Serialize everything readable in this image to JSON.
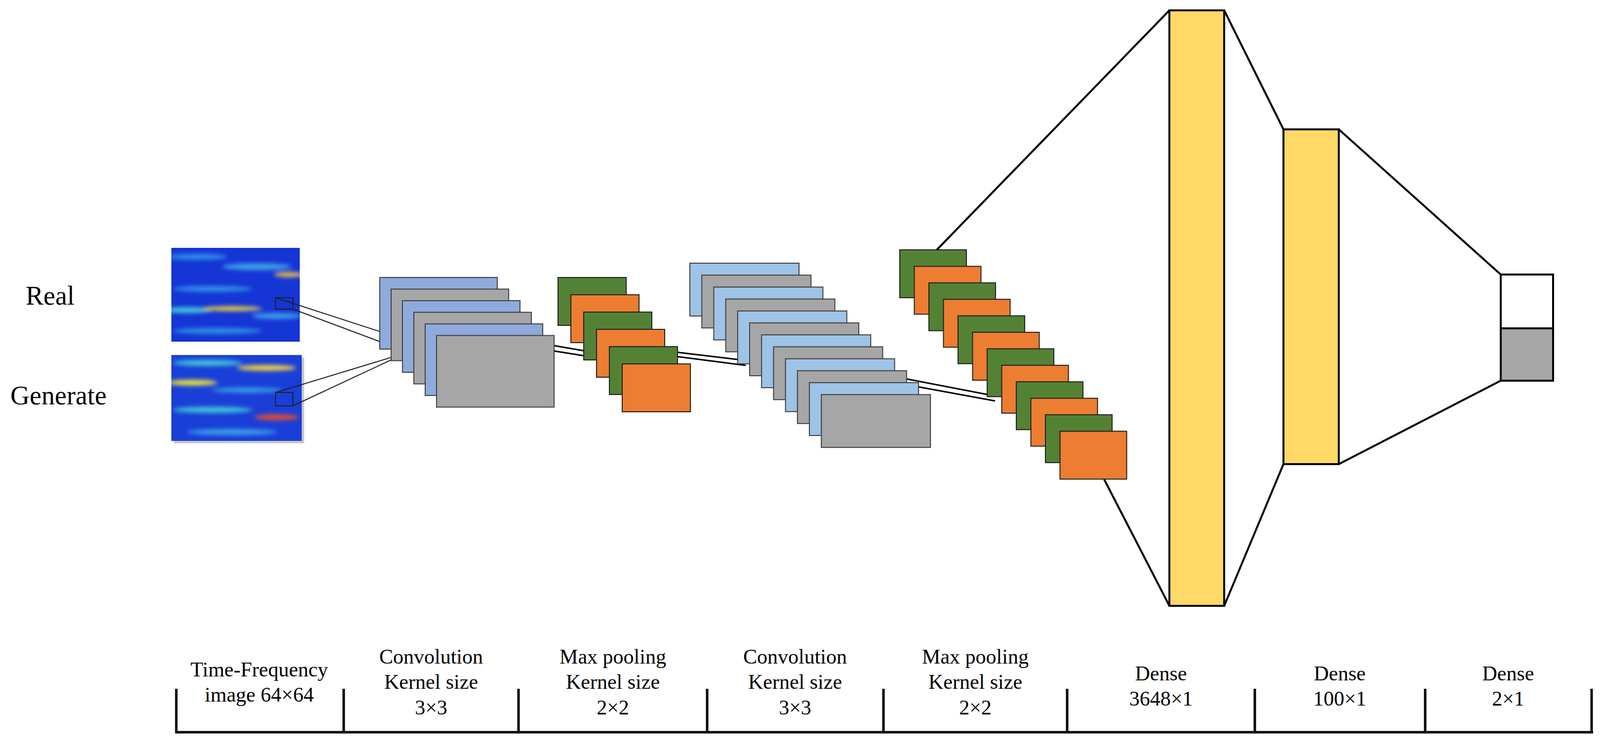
{
  "diagram": {
    "labels": [
      "Real",
      "Generate",
      "Time-Frequency image 64×64",
      "Convolution Kernel size 3×3",
      "Max pooling Kernel size 2×2",
      "Convolution Kernel size 3×3",
      "Max pooling Kernel size 2×2",
      "Dense 3648×1",
      "Dense 100×1",
      "Dense 2×1"
    ]
  }
}
